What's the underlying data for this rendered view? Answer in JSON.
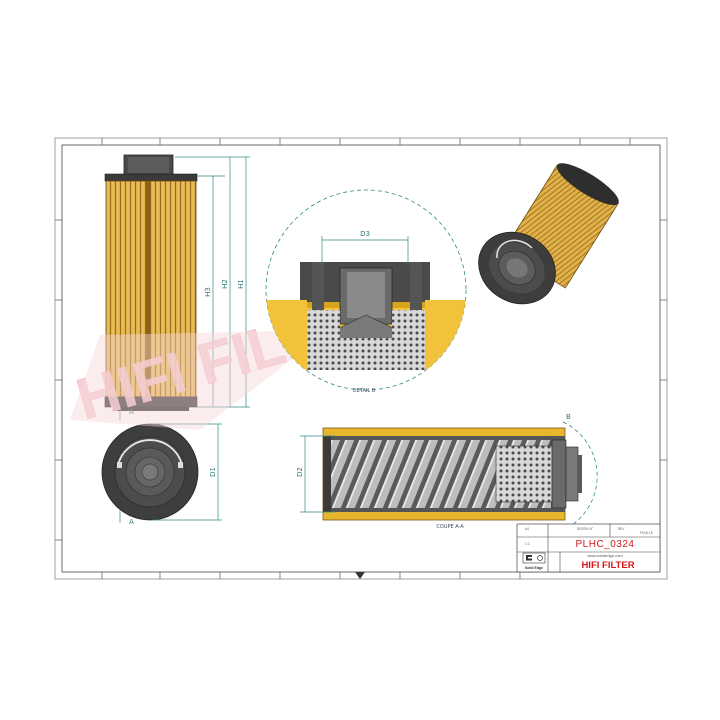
{
  "watermark": {
    "text": "HIFI FILTER",
    "color": "#f3c3c8"
  },
  "dimensions": {
    "h1": "H1",
    "h2": "H2",
    "h3": "H3",
    "d1": "D1",
    "d2": "D2",
    "d3": "D3"
  },
  "section_markers": {
    "a_top": "A",
    "a_bottom": "A",
    "b": "B"
  },
  "views": {
    "detail_caption": "DETAIL B",
    "section_caption": "COUPE A-A"
  },
  "title_block": {
    "part_code": "PLHC_0324",
    "website": "www.solidedge.com",
    "brand": "HIFI FILTER",
    "software": "Solid Edge",
    "scale_label": "1:1",
    "small_fields": [
      "DESSIN N°",
      "REV",
      "FEUILLE",
      "A4"
    ]
  },
  "colors": {
    "media": "#e3b44a",
    "media_dark": "#a87a1e",
    "cap_dark": "#3c3c3c",
    "dim_line": "#2f8a86",
    "brand_red": "#d41818"
  }
}
